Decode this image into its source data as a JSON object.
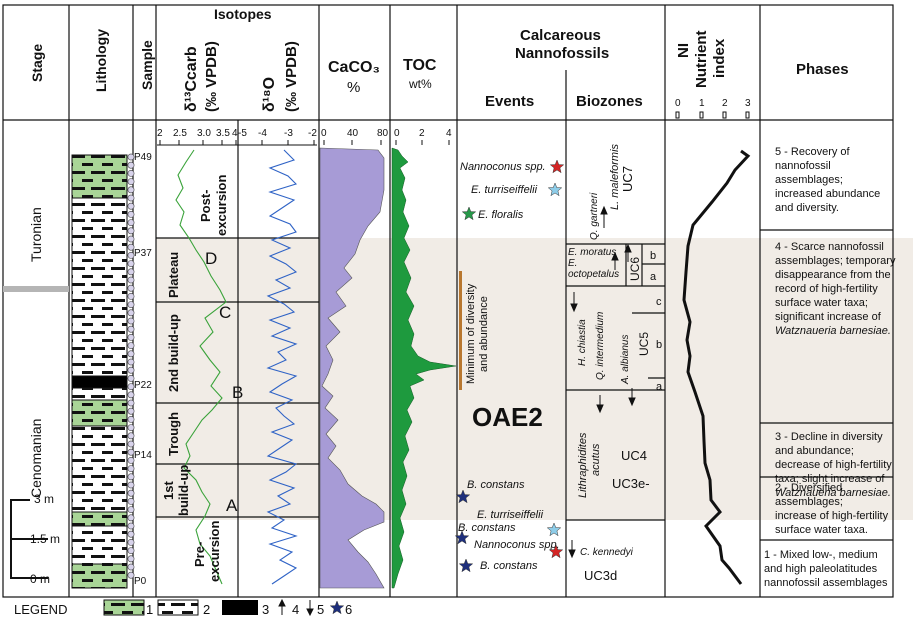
{
  "headers": {
    "stage": "Stage",
    "lithology": "Lithology",
    "sample": "Sample",
    "isotopes": "Isotopes",
    "d13c": "δ¹³Ccarb",
    "d13c_unit": "(‰ VPDB)",
    "d18o": "δ¹⁸O",
    "d18o_unit": "(‰ VPDB)",
    "caco3": "CaCO₃",
    "caco3_unit": "%",
    "toc": "TOC",
    "toc_unit": "wt%",
    "nanno_line1": "Calcareous",
    "nanno_line2": "Nannofossils",
    "events": "Events",
    "biozones": "Biozones",
    "ni_line1": "NI",
    "ni_line2": "Nutrient",
    "ni_line3": "index",
    "phases": "Phases"
  },
  "stages": [
    "Turonian",
    "Cenomanian"
  ],
  "scale_labels": [
    "3 m",
    "1.5 m",
    "0 m"
  ],
  "samples": [
    "P49",
    "P37",
    "P22",
    "P14",
    "P0"
  ],
  "ticks": {
    "d13c": [
      "2",
      "2.5",
      "3.0",
      "3.5",
      "4"
    ],
    "d18o": [
      "-5",
      "-4",
      "-3",
      "-2"
    ],
    "caco3": [
      "0",
      "40",
      "80"
    ],
    "toc": [
      "0",
      "2",
      "4"
    ],
    "ni": [
      "0",
      "1",
      "2",
      "3"
    ]
  },
  "segments": [
    {
      "name": "Post-excursion",
      "line1": "Post-",
      "line2": "excursion"
    },
    {
      "name": "Plateau",
      "line1": "Plateau",
      "line2": ""
    },
    {
      "name": "2nd build-up",
      "line1": "2nd build-up",
      "line2": ""
    },
    {
      "name": "Trough",
      "line1": "Trough",
      "line2": ""
    },
    {
      "name": "1st build-up",
      "line1": "1st",
      "line2": "build-up"
    },
    {
      "name": "Pre-excursion",
      "line1": "Pre-",
      "line2": "excursion"
    }
  ],
  "points": [
    "D",
    "C",
    "B",
    "A"
  ],
  "events": {
    "nannoconus_top": "Nannoconus spp.",
    "turriseiffelii_top": "E. turriseiffelii",
    "floralis": "E. floralis",
    "minimum_line1": "Minimum of diversity",
    "minimum_line2": "and abundance",
    "oae2": "OAE2",
    "b_constans_1": "B. constans",
    "turriseiffelii_bottom": "E. turriseiffelii",
    "b_constans_2": "B. constans",
    "nannoconus_bottom": "Nannoconus spp.",
    "b_constans_3": "B. constans"
  },
  "biozones": {
    "gartneri": "Q. gartneri",
    "maleformis": "L. maleformis",
    "uc7": "UC7",
    "moratus": "E. moratus",
    "octopetalus_1": "E.",
    "octopetalus_2": "octopetalus",
    "uc6": "UC6",
    "sub_b": "b",
    "sub_a": "a",
    "chiastia": "H. chiastia",
    "intermedium": "Q. intermedium",
    "albianus": "A. albianus",
    "uc5": "UC5",
    "uc5_c": "c",
    "uc5_b": "b",
    "uc5_a": "a",
    "lithraphidites_1": "Lithraphidites",
    "lithraphidites_2": "acutus",
    "uc4": "UC4",
    "uc3e": "UC3e-",
    "kennedyi": "C. kennedyi",
    "uc3d": "UC3d"
  },
  "phases": [
    [
      "5 - Recovery of",
      "nannofossil",
      "assemblages;",
      "increased abundance",
      "and diversity."
    ],
    [
      "4 - Scarce nannofossil",
      "assemblages; temporary",
      "disappearance from the",
      "record of high-fertility",
      "surface water taxa;",
      "significant increase of",
      "Watznaueria barnesiae."
    ],
    [
      "3 - Decline in diversity",
      "and abundance;",
      "decrease of high-fertility",
      "taxa; slight increase of",
      "Watznaueria barnesiae."
    ],
    [
      "2 - Diversified",
      "assemblages;",
      "increase of high-fertility",
      "surface water taxa."
    ],
    [
      "1 - Mixed low-, medium",
      "and high paleolatitudes",
      "nannofossil assemblages"
    ]
  ],
  "legend": {
    "title": "LEGEND",
    "items": [
      "1",
      "2",
      "3",
      "4",
      "5",
      "6"
    ]
  },
  "colors": {
    "caco3_fill": "#a79bd6",
    "toc_fill": "#1e9a3e",
    "d13c_line": "#3aa33a",
    "d18o_line": "#2f63c6",
    "band": "#f1ece6",
    "lith_green": "#a9d597",
    "star_red": "#d42525",
    "star_blue": "#8ecde9",
    "star_navy": "#1e2f7c",
    "star_green": "#27984a",
    "bar_brown": "#b8772f"
  }
}
